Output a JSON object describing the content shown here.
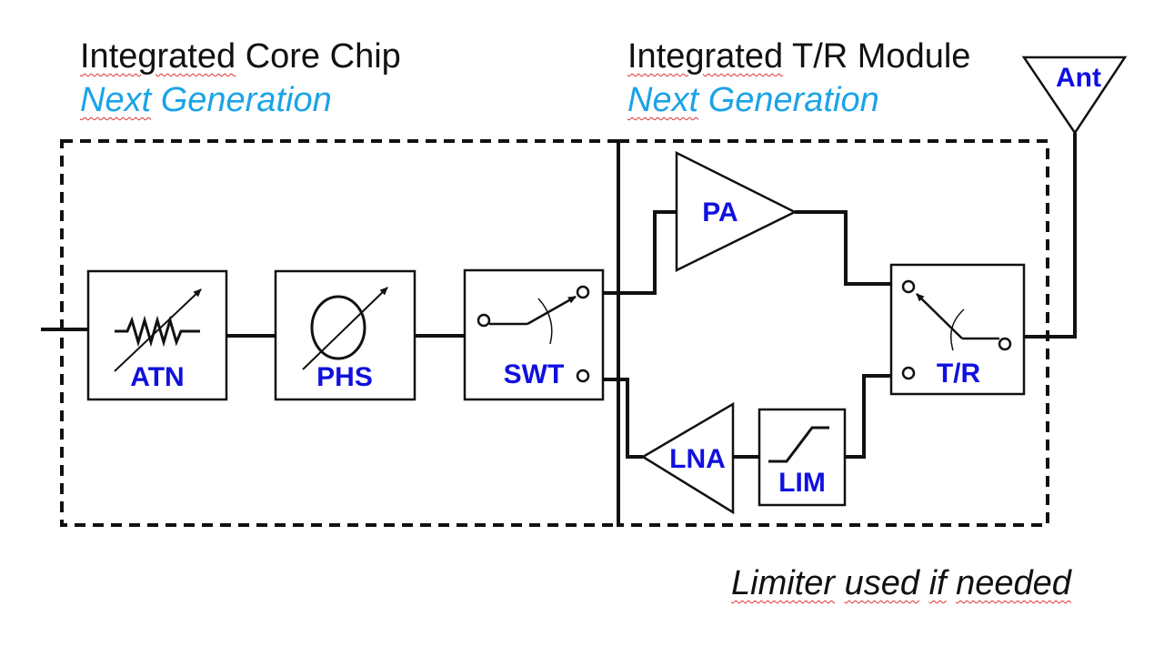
{
  "left_section": {
    "title_word1": "Integrated",
    "title_rest": " Core Chip",
    "subtitle_word1": "Next",
    "subtitle_rest": " Generation"
  },
  "right_section": {
    "title_word1": "Integrated",
    "title_rest": " T/R Module",
    "subtitle_word1": "Next",
    "subtitle_rest": " Generation"
  },
  "blocks": {
    "attenuator": "ATN",
    "phase_shifter": "PHS",
    "switch": "SWT",
    "power_amp": "PA",
    "lna": "LNA",
    "limiter": "LIM",
    "tr_switch": "T/R",
    "antenna": "Ant"
  },
  "note": {
    "w1": "Limiter",
    "w2": "used",
    "w3": "if",
    "w4": "needed"
  },
  "colors": {
    "label_blue": "#1010e0",
    "subtitle_blue": "#1aa3e8",
    "line": "#111111"
  }
}
